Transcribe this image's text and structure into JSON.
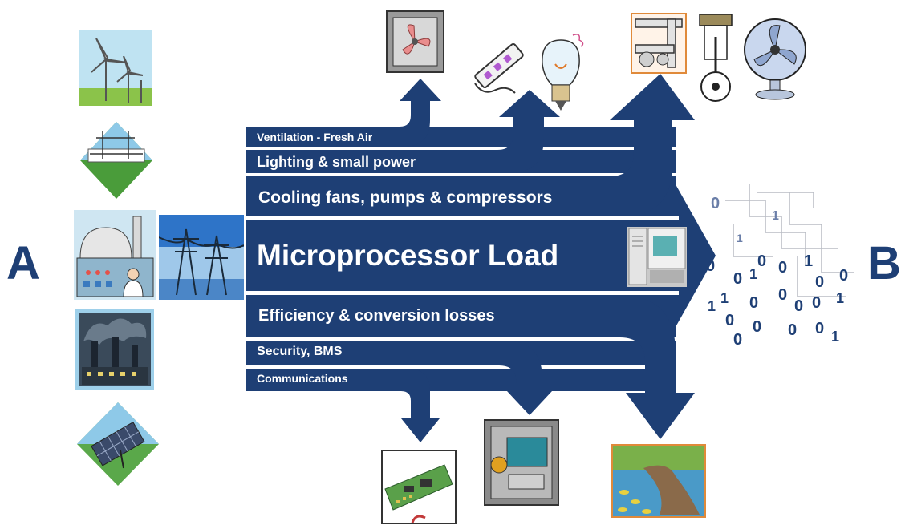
{
  "labels": {
    "source": "A",
    "destination": "B"
  },
  "flows": {
    "ventilation": "Ventilation - Fresh Air",
    "lighting": "Lighting & small power",
    "cooling": "Cooling fans, pumps & compressors",
    "main": "Microprocessor Load",
    "losses": "Efficiency & conversion losses",
    "security": "Security, BMS",
    "communications": "Communications"
  },
  "colors": {
    "flow": "#1e3f75",
    "label_text": "#ffffff",
    "binary_digits": "#1e3f75"
  },
  "icons": {
    "sources": [
      "wind-turbines-icon",
      "power-grid-icon",
      "power-station-icon",
      "transmission-towers-icon",
      "factory-smoke-icon",
      "solar-panel-icon"
    ],
    "destinations": [
      "exhaust-fan-icon",
      "power-strip-icon",
      "light-bulb-icon",
      "pipes-pumps-icon",
      "piston-icon",
      "desk-fan-icon",
      "computer-server-icon",
      "circuit-binary-icon",
      "network-card-icon",
      "safe-computer-icon",
      "waste-outfall-icon"
    ]
  }
}
